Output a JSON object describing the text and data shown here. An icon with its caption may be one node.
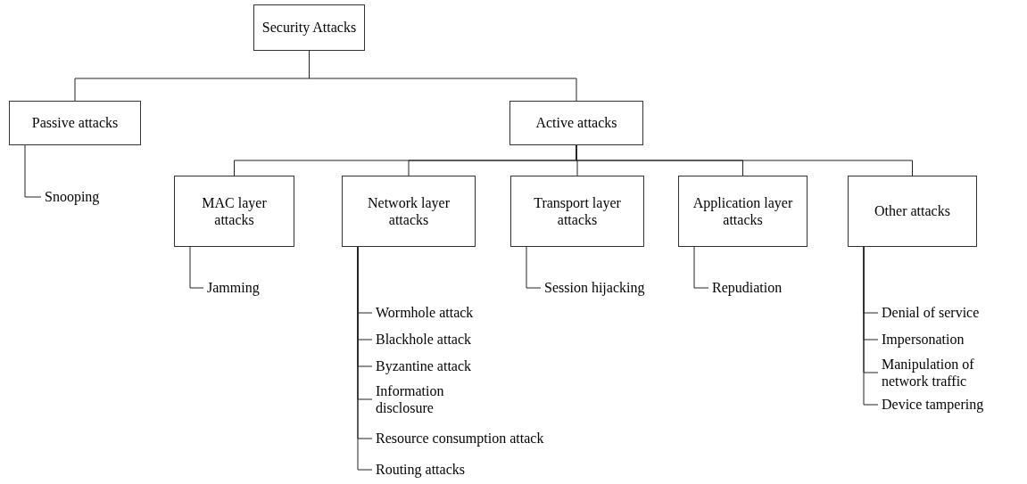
{
  "diagram": {
    "nodes": [
      {
        "text": [
          "Security Attacks"
        ]
      },
      {
        "text": [
          "Passive attacks"
        ]
      },
      {
        "text": [
          "Active attacks"
        ]
      },
      {
        "text": [
          "Snooping"
        ]
      },
      {
        "text": [
          "MAC layer attacks"
        ]
      },
      {
        "text": [
          "Network layer attacks"
        ]
      },
      {
        "text": [
          "Transport layer attacks"
        ]
      },
      {
        "text": [
          "Application layer attacks"
        ]
      },
      {
        "text": [
          "Other attacks"
        ]
      },
      {
        "text": [
          "Jamming"
        ]
      },
      {
        "text": [
          "Wormhole attack"
        ]
      },
      {
        "text": [
          "Blackhole attack"
        ]
      },
      {
        "text": [
          "Byzantine attack"
        ]
      },
      {
        "text": [
          "Information disclosure"
        ]
      },
      {
        "text": [
          "Resource consumption attack"
        ]
      },
      {
        "text": [
          "Routing attacks"
        ]
      },
      {
        "text": [
          "Session hijacking"
        ]
      },
      {
        "text": [
          "Repudiation"
        ]
      },
      {
        "text": [
          "Denial of service"
        ]
      },
      {
        "text": [
          "Impersonation"
        ]
      },
      {
        "text": [
          "Manipulation of network traffic"
        ]
      },
      {
        "text": [
          "Device tampering"
        ]
      }
    ],
    "edges": [
      {
        "from": 0,
        "to": 1,
        "arrow": "none"
      },
      {
        "from": 0,
        "to": 2,
        "arrow": "none"
      },
      {
        "from": 1,
        "to": 3,
        "arrow": "none"
      },
      {
        "from": 2,
        "to": 4,
        "arrow": "none"
      },
      {
        "from": 2,
        "to": 5,
        "arrow": "none"
      },
      {
        "from": 2,
        "to": 6,
        "arrow": "none"
      },
      {
        "from": 2,
        "to": 7,
        "arrow": "none"
      },
      {
        "from": 2,
        "to": 8,
        "arrow": "none"
      },
      {
        "from": 4,
        "to": 9,
        "arrow": "none"
      },
      {
        "from": 5,
        "to": 10,
        "arrow": "none"
      },
      {
        "from": 5,
        "to": 11,
        "arrow": "none"
      },
      {
        "from": 5,
        "to": 12,
        "arrow": "none"
      },
      {
        "from": 5,
        "to": 13,
        "arrow": "none"
      },
      {
        "from": 5,
        "to": 14,
        "arrow": "none"
      },
      {
        "from": 5,
        "to": 15,
        "arrow": "none"
      },
      {
        "from": 6,
        "to": 16,
        "arrow": "none"
      },
      {
        "from": 7,
        "to": 17,
        "arrow": "none"
      },
      {
        "from": 8,
        "to": 18,
        "arrow": "none"
      },
      {
        "from": 8,
        "to": 19,
        "arrow": "none"
      },
      {
        "from": 8,
        "to": 20,
        "arrow": "none"
      },
      {
        "from": 8,
        "to": 21,
        "arrow": "none"
      }
    ]
  }
}
